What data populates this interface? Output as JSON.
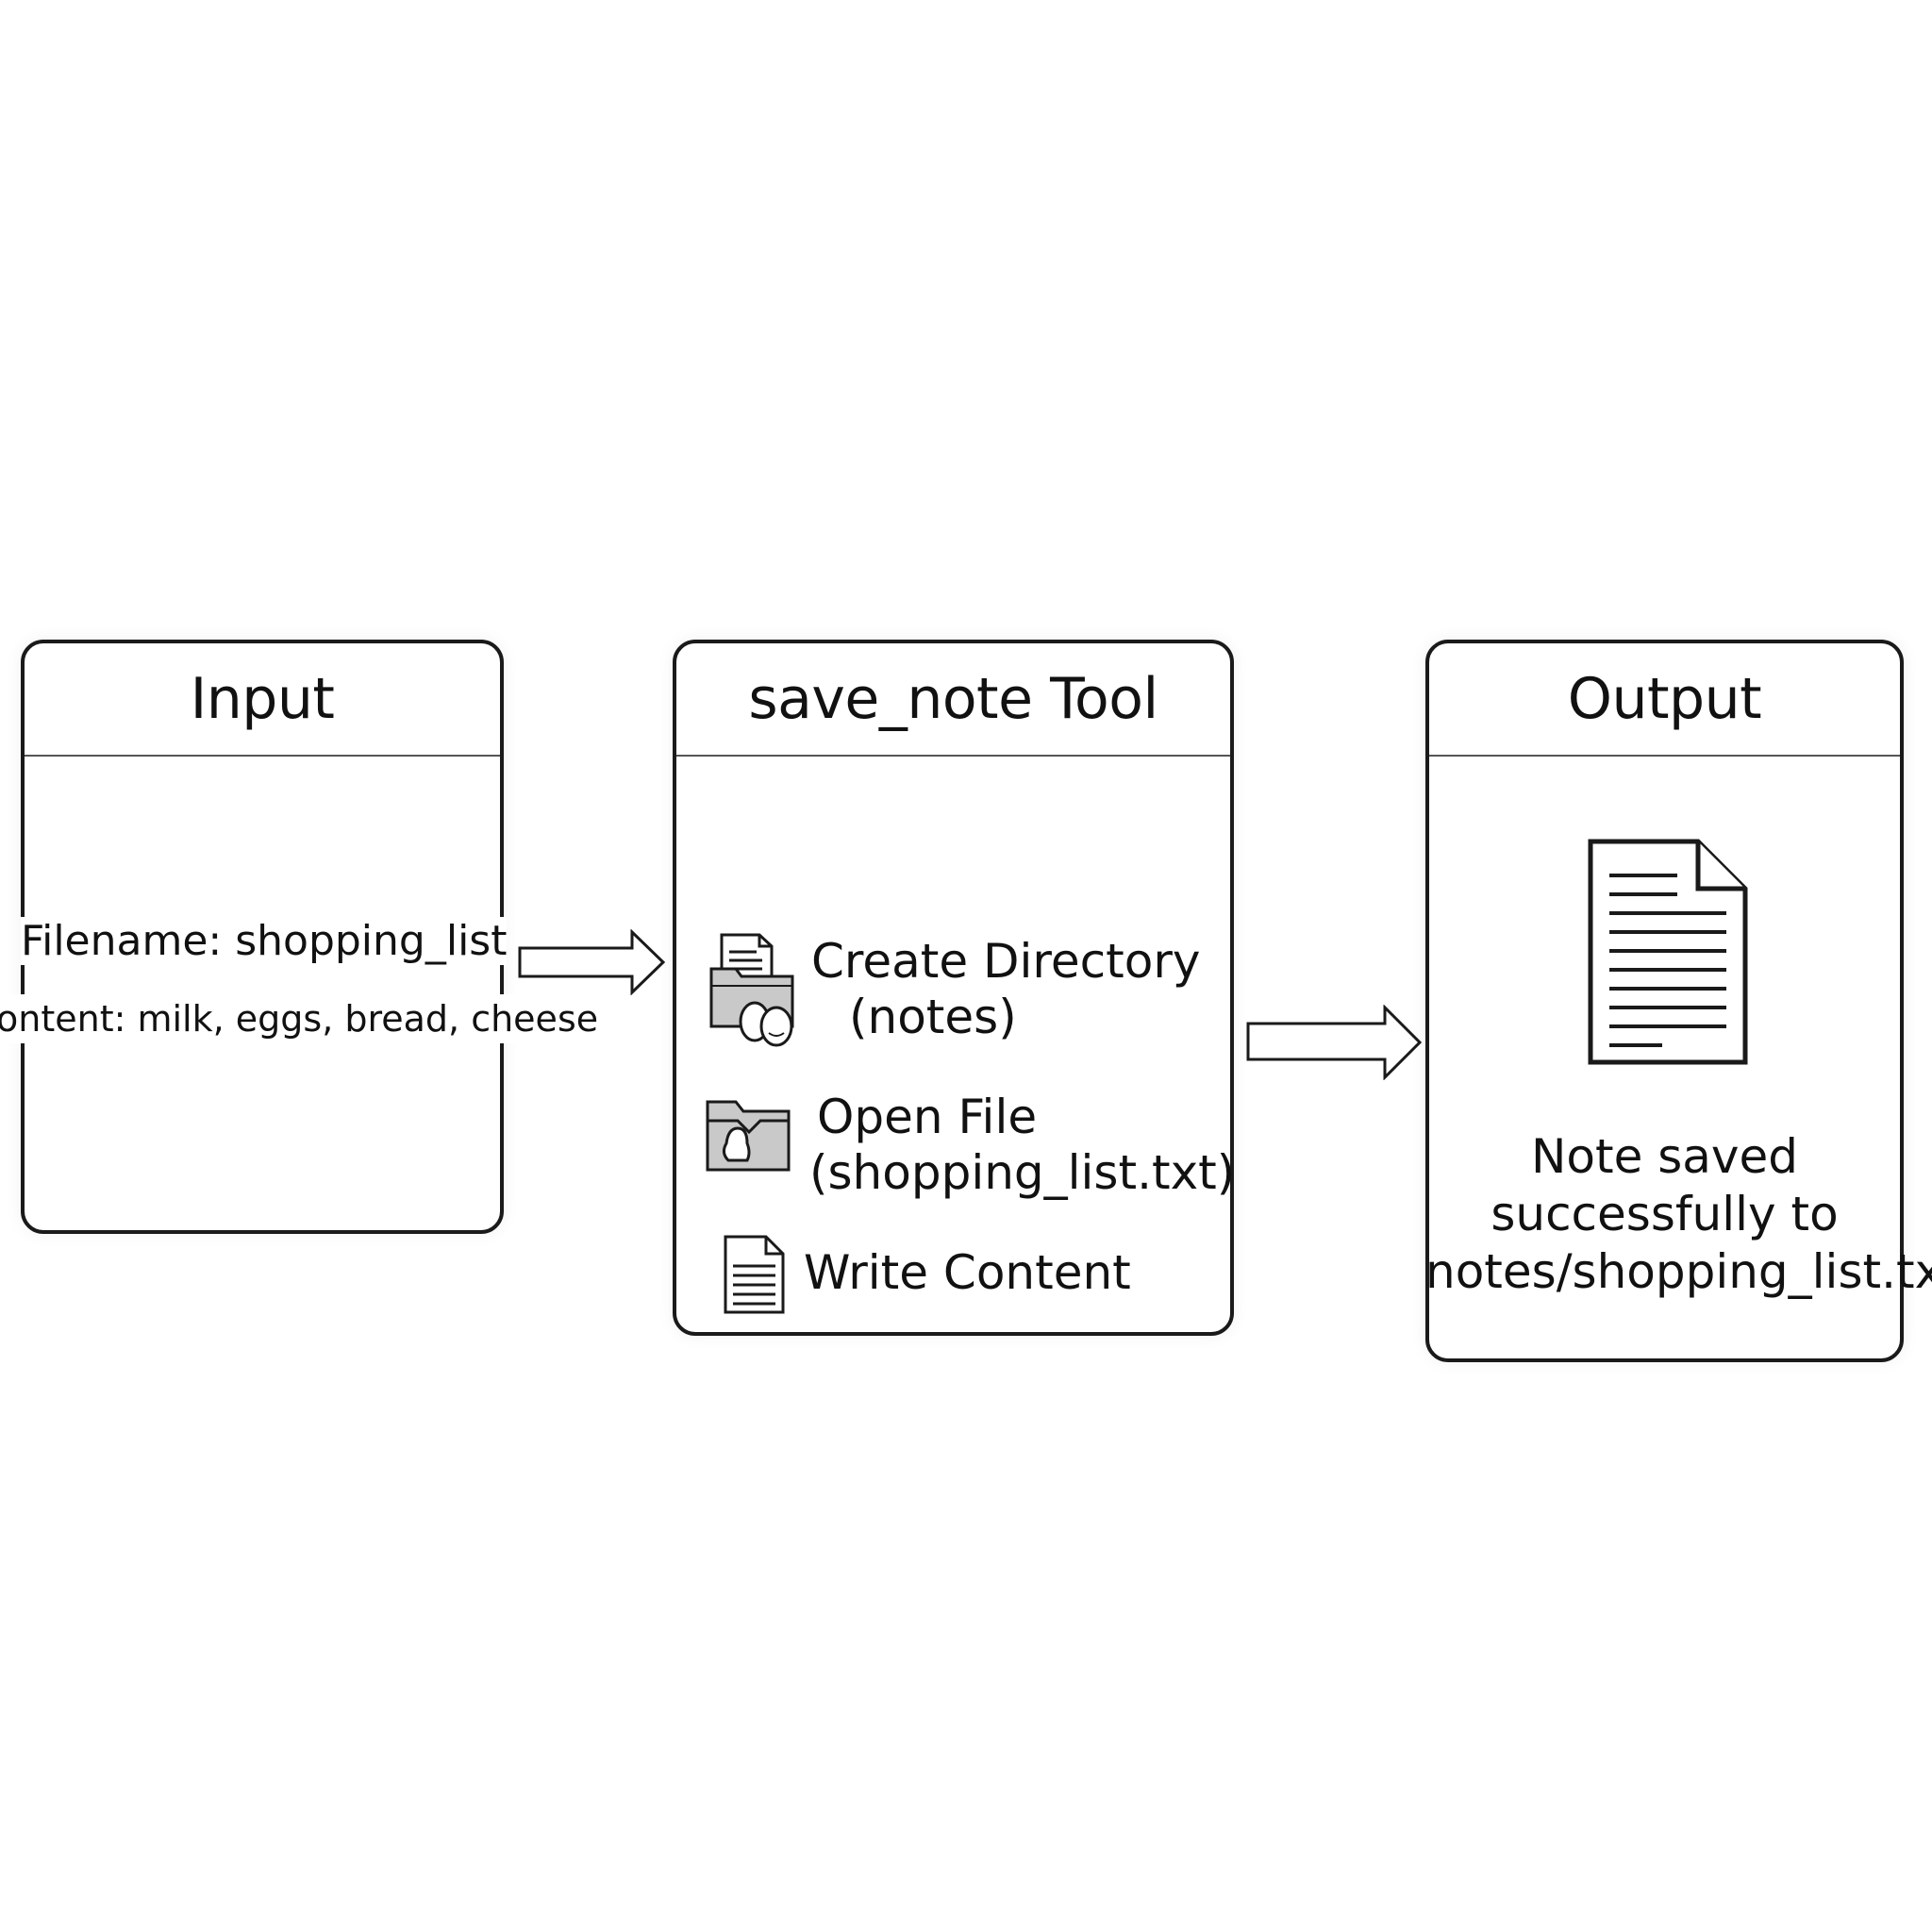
{
  "input": {
    "title": "Input",
    "filename_line": "Filename: shopping_list",
    "content_line": "ontent: milk, eggs, bread, cheese"
  },
  "tool": {
    "title": "save_note Tool",
    "steps": [
      {
        "line1": "Create Directory",
        "line2": "(notes)",
        "icon": "folder-create-icon"
      },
      {
        "line1": "Open File",
        "line2": "(shopping_list.txt)",
        "icon": "folder-open-icon"
      },
      {
        "line1": "Write Content",
        "icon": "document-write-icon"
      }
    ]
  },
  "output": {
    "title": "Output",
    "message_lines": [
      "Note saved",
      "successfully to",
      "notes/shopping_list.txt"
    ],
    "icon": "text-document-icon"
  },
  "connectors": [
    "arrow-right-icon",
    "arrow-right-icon"
  ]
}
